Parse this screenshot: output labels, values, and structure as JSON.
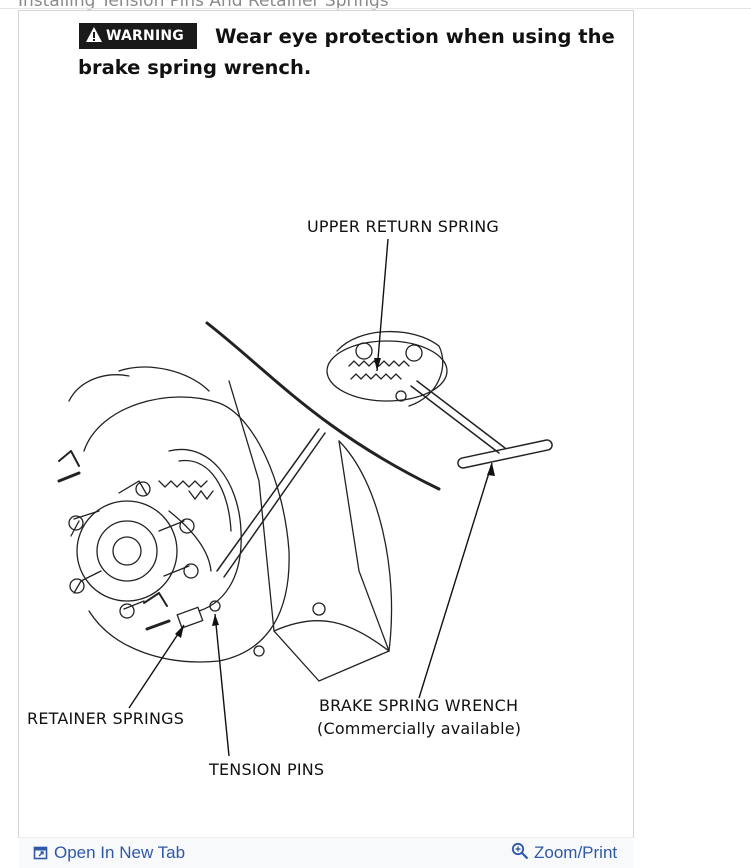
{
  "page": {
    "title": "Installing Tension Pins And Retainer Springs"
  },
  "warning": {
    "badge": "WARNING",
    "line1": "Wear eye protection when using the",
    "line2": "brake spring wrench."
  },
  "labels": {
    "upper_return_spring": "UPPER RETURN SPRING",
    "brake_spring_wrench": "BRAKE SPRING WRENCH",
    "commercially_available": "(Commercially available)",
    "retainer_springs": "RETAINER SPRINGS",
    "tension_pins": "TENSION PINS"
  },
  "footer": {
    "open_new_tab": "Open In New Tab",
    "zoom_print": "Zoom/Print",
    "link_color": "#2f58a8"
  }
}
